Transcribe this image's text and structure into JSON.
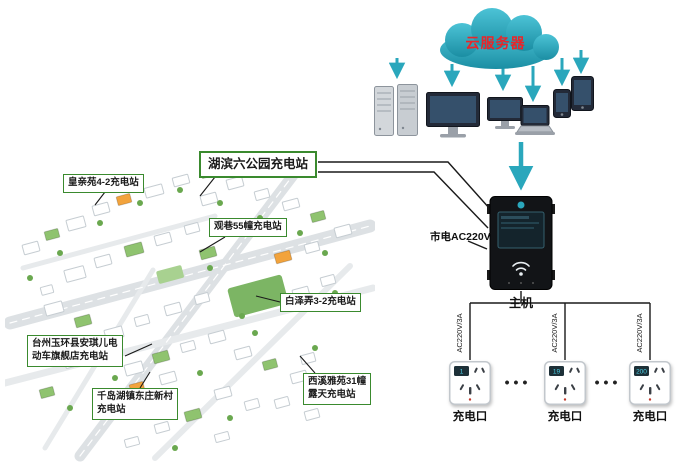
{
  "cloud": {
    "label": "云服务器"
  },
  "host": {
    "label": "主机",
    "power_label": "市电AC220V"
  },
  "outlets": {
    "voltage_label": "AC220V/3A",
    "port_label": "充电口",
    "numbers": [
      "1",
      "19",
      "200"
    ],
    "ellipsis": "•••"
  },
  "stations": {
    "huangqinyuan": "皇亲苑4-2充电站",
    "hubin": "湖滨六公园充电站",
    "guanxiang": "观巷55幢充电站",
    "baize": "白泽弄3-2充电站",
    "taizhou": "台州玉环县安琪儿电\n动车旗舰店充电站",
    "xixi": "西溪雅苑31幢\n露天充电站",
    "qiandao": "千岛湖镇东庄新村\n充电站"
  },
  "icons": {
    "cloud": "cloud-icon",
    "server": "server-rack-icon",
    "desktop": "desktop-monitor-icon",
    "monitor": "monitor-icon",
    "laptop": "laptop-icon",
    "phone": "smartphone-icon",
    "tablet": "tablet-icon",
    "wifi": "wifi-icon"
  },
  "colors": {
    "teal": "#2aa7bc",
    "red": "#e8262a",
    "green_border": "#3a8a2e"
  }
}
